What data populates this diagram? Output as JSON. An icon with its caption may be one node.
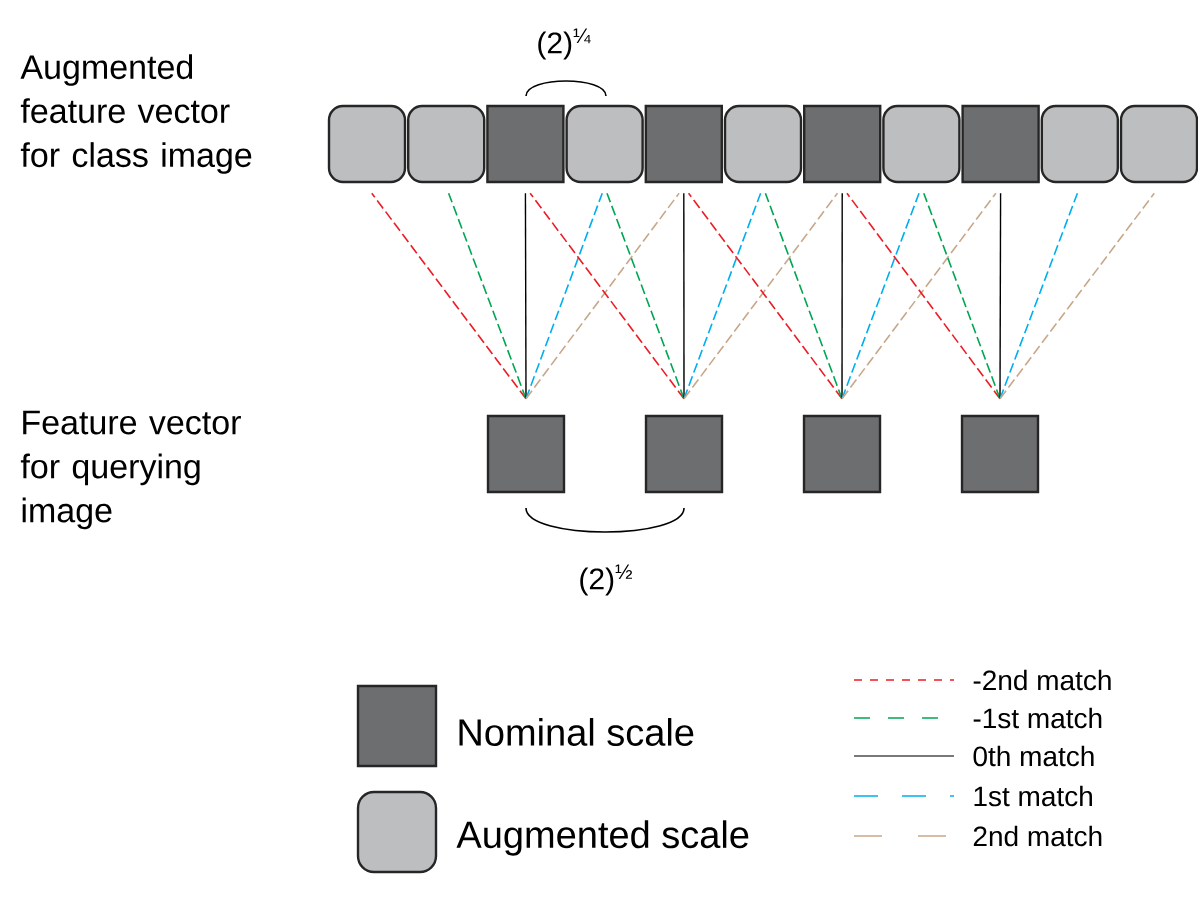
{
  "diagram": {
    "nodes": [
      {
        "text": [],
        "shape": "box"
      },
      {
        "text": [],
        "shape": "box"
      },
      {
        "text": [],
        "shape": "square"
      },
      {
        "text": [],
        "shape": "box"
      },
      {
        "text": [],
        "shape": "square"
      },
      {
        "text": [],
        "shape": "box"
      },
      {
        "text": [],
        "shape": "square"
      },
      {
        "text": [],
        "shape": "box"
      },
      {
        "text": [],
        "shape": "square"
      },
      {
        "text": [],
        "shape": "box"
      },
      {
        "text": [],
        "shape": "box"
      },
      {
        "text": [],
        "shape": "square"
      },
      {
        "text": [],
        "shape": "square"
      },
      {
        "text": [],
        "shape": "square"
      },
      {
        "text": [],
        "shape": "square"
      }
    ],
    "edges": [
      {
        "from": 11,
        "to": 0,
        "arrow": "none",
        "style": "dashed",
        "color": "#ed1c24"
      },
      {
        "from": 11,
        "to": 1,
        "arrow": "none",
        "style": "dashed",
        "color": "#00a651"
      },
      {
        "from": 11,
        "to": 2,
        "arrow": "none",
        "color": "#000000"
      },
      {
        "from": 11,
        "to": 3,
        "arrow": "none",
        "style": "dashed",
        "color": "#00aeef"
      },
      {
        "from": 11,
        "to": 4,
        "arrow": "none",
        "style": "dashed",
        "color": "#c7a88a"
      },
      {
        "from": 12,
        "to": 2,
        "arrow": "none",
        "style": "dashed",
        "color": "#ed1c24"
      },
      {
        "from": 12,
        "to": 3,
        "arrow": "none",
        "style": "dashed",
        "color": "#00a651"
      },
      {
        "from": 12,
        "to": 4,
        "arrow": "none",
        "color": "#000000"
      },
      {
        "from": 12,
        "to": 5,
        "arrow": "none",
        "style": "dashed",
        "color": "#00aeef"
      },
      {
        "from": 12,
        "to": 6,
        "arrow": "none",
        "style": "dashed",
        "color": "#c7a88a"
      },
      {
        "from": 13,
        "to": 4,
        "arrow": "none",
        "style": "dashed",
        "color": "#ed1c24"
      },
      {
        "from": 13,
        "to": 5,
        "arrow": "none",
        "style": "dashed",
        "color": "#00a651"
      },
      {
        "from": 13,
        "to": 6,
        "arrow": "none",
        "color": "#000000"
      },
      {
        "from": 13,
        "to": 7,
        "arrow": "none",
        "style": "dashed",
        "color": "#00aeef"
      },
      {
        "from": 13,
        "to": 8,
        "arrow": "none",
        "style": "dashed",
        "color": "#c7a88a"
      },
      {
        "from": 14,
        "to": 6,
        "arrow": "none",
        "style": "dashed",
        "color": "#ed1c24"
      },
      {
        "from": 14,
        "to": 7,
        "arrow": "none",
        "style": "dashed",
        "color": "#00a651"
      },
      {
        "from": 14,
        "to": 8,
        "arrow": "none",
        "color": "#000000"
      },
      {
        "from": 14,
        "to": 9,
        "arrow": "none",
        "style": "dashed",
        "color": "#00aeef"
      },
      {
        "from": 14,
        "to": 10,
        "arrow": "none",
        "style": "dashed",
        "color": "#c7a88a"
      }
    ],
    "labels": [
      "Augmented feature vector for class image",
      "(2)$^{¼}$",
      "Feature vector for querying image",
      "(2)$^{½}$"
    ],
    "legend": [
      {
        "text": "-2nd match"
      },
      {
        "text": "-1st match"
      },
      {
        "text": "0th match"
      },
      {
        "text": "1st match"
      },
      {
        "text": "2nd match"
      },
      {
        "text": "Nominal scale",
        "color": "#6d6e70"
      },
      {
        "text": "Augmented scale",
        "color": "#bcbec0"
      }
    ]
  }
}
